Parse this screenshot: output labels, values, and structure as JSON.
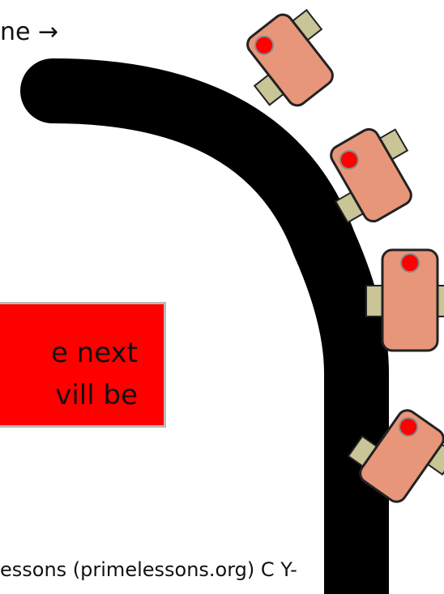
{
  "top_text": "ne →",
  "callout": {
    "line1": "e next",
    "line2": "vill be"
  },
  "footer": {
    "text": "essons (primelessons.org) C      Y-"
  },
  "colors": {
    "track": "#000000",
    "robot_body": "#e8967a",
    "robot_wheel": "#c9c596",
    "sensor": "#ff0000",
    "callout_bg": "#ff0000"
  }
}
